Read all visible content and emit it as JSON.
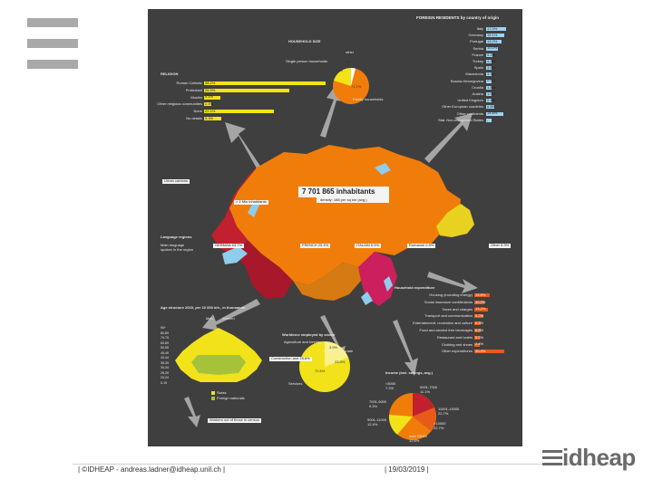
{
  "poster": {
    "title_foreign": "FOREIGN RESIDENTS by country of origin",
    "title_household": "HOUSEHOLD SIZE",
    "household_other": "other",
    "household_single": "Single person households",
    "household_family": "Family households",
    "household_pct_single": "36%",
    "household_pct_small": "4%",
    "household_pct_family": "71.7%",
    "title_religion": "RELIGION",
    "religion": [
      {
        "label": "Roman Catholic",
        "value": "38.2%"
      },
      {
        "label": "Protestant",
        "value": "26.9%"
      },
      {
        "label": "Muslim",
        "value": "5.1%"
      },
      {
        "label": "Other religious communities",
        "value": "2.4%"
      },
      {
        "label": "None",
        "value": "22.1%"
      },
      {
        "label": "No details",
        "value": "5.3%"
      }
    ],
    "foreign": [
      {
        "label": "Italy",
        "value": "17.0%"
      },
      {
        "label": "Germany",
        "value": "15.1%"
      },
      {
        "label": "Portugal",
        "value": "13.2%"
      },
      {
        "label": "Serbia",
        "value": "10.0%"
      },
      {
        "label": "France",
        "value": "5.2%"
      },
      {
        "label": "Turkey",
        "value": "4.0%"
      },
      {
        "label": "Spain",
        "value": "3.5%"
      },
      {
        "label": "Macedonia",
        "value": "3.3%"
      },
      {
        "label": "Bosnia-Herzegovina",
        "value": "2.9%"
      },
      {
        "label": "Croatia",
        "value": "1.8%"
      },
      {
        "label": "Austria",
        "value": "1.9%"
      },
      {
        "label": "United Kingdom",
        "value": "2.4%"
      },
      {
        "label": "Other European countries",
        "value": "6.8%"
      },
      {
        "label": "Other continents",
        "value": "14.8%"
      },
      {
        "label": "Stat. Non-recognised States",
        "value": "-"
      }
    ],
    "urban": "Urban cantons",
    "inhabitants": "7 701 865 inhabitants",
    "density": "density: 188 per sq km (avg.)",
    "cantons": "> 1 Mio inhabitants",
    "title_language": "Language regions",
    "language_note": "Main language spoken in the region",
    "lang_german": "GERMAN 63.7%",
    "lang_french": "FRENCH 20.4%",
    "lang_italian": "ITALIAN 6.5%",
    "lang_romansh": "Romansh 0.5%",
    "lang_other": "Other 8.9%",
    "title_expenditure": "Household expenditure",
    "expenditure": [
      {
        "label": "Housing (including energy)",
        "value": "15.8%"
      },
      {
        "label": "Social insurance contributions",
        "value": "10.2%"
      },
      {
        "label": "Taxes and charges",
        "value": "13.2%"
      },
      {
        "label": "Transport and communication",
        "value": "9.2%"
      },
      {
        "label": "Entertainment, recreation and culture",
        "value": "6.5%"
      },
      {
        "label": "Food and alcohol free beverages",
        "value": "6.8%"
      },
      {
        "label": "Restaurant and hotels",
        "value": "5.5%"
      },
      {
        "label": "Clothing and shoes",
        "value": "2.4%"
      },
      {
        "label": "Other expenditures",
        "value": "30.4%"
      }
    ],
    "title_age": "Age structure 2010, per 10 000 inh., in thousands",
    "age_men": "Men",
    "age_women": "Women",
    "age_bands": [
      "90+",
      "80-89",
      "70-79",
      "60-69",
      "50-59",
      "45-49",
      "40-44",
      "35-39",
      "30-34",
      "25-29",
      "20-24",
      "0-19"
    ],
    "age_legend_swiss": "Swiss",
    "age_legend_foreign": "Foreign nationals",
    "title_sector": "Workforce employed by sector",
    "sector_agri": "Agriculture and forestry",
    "sector_industry": "Industry and trade",
    "sector_services": "Services",
    "sector_construction": "Construction and 25.8%",
    "sector_pct_a": "3.9%",
    "sector_pct_b": "23.5%",
    "sector_pct_c": "72.6%",
    "title_income": "Income (incl. savings, avg.)",
    "income_labels": [
      "<5000",
      "5001-7000",
      "7001-9000",
      "9001-11000",
      "11001-13000",
      ">13000",
      "over 13000"
    ],
    "income_pcts": [
      "7.2%",
      "11.1%",
      "9.2%",
      "12.4%",
      "22.7%",
      "22.7%",
      "12.6%"
    ],
    "workforce_note": "Workers out of those in census"
  },
  "footer": {
    "left": "| ©IDHEAP - andreas.ladner@idheap.unil.ch |",
    "date": "| 19/03/2019 |"
  },
  "logo": {
    "text": "idheap"
  },
  "colors": {
    "poster_bg": "#3f3f3f",
    "map_orange": "#f07d0a",
    "map_red": "#c2202e",
    "map_magenta": "#cc1f5e",
    "map_yellow": "#e8d21f",
    "bar_yellow": "#f2e21a",
    "bar_blue": "#9fd4f0",
    "bar_orange": "#e85a1a"
  }
}
